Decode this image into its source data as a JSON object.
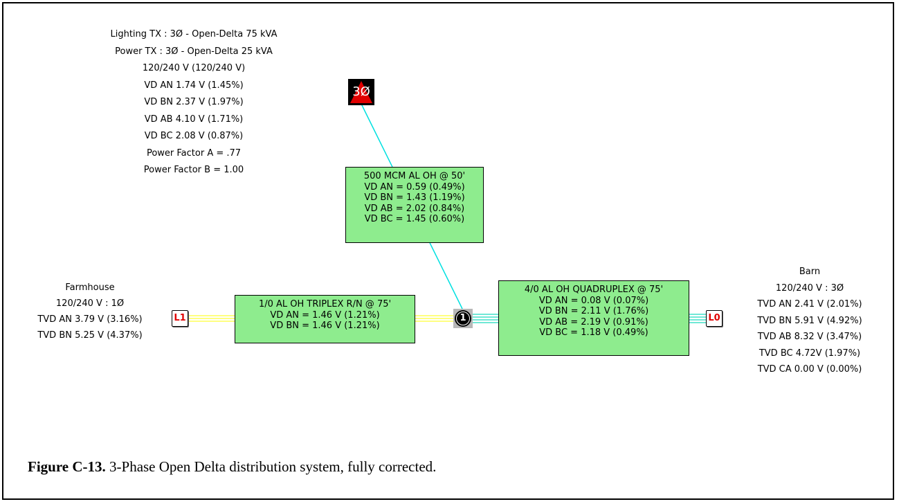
{
  "source_info": {
    "lines": [
      "Lighting TX : 3Ø - Open-Delta 75 kVA",
      "Power TX : 3Ø - Open-Delta 25 kVA",
      "120/240 V (120/240 V)",
      "VD AN 1.74 V (1.45%)",
      "VD BN 2.37 V (1.97%)",
      "VD AB 4.10 V (1.71%)",
      "VD BC 2.08 V (0.87%)",
      "Power Factor A = .77",
      "Power Factor B = 1.00"
    ]
  },
  "source_node": {
    "label": "3Ø"
  },
  "feeder_cable": {
    "lines": [
      "500 MCM AL OH @ 50'",
      "VD AN = 0.59 (0.49%)",
      "VD BN = 1.43 (1.19%)",
      "VD AB = 2.02 (0.84%)",
      "VD BC = 1.45 (0.60%)"
    ]
  },
  "junction_node": {
    "label": "1"
  },
  "triplex_cable": {
    "lines": [
      "1/0 AL OH TRIPLEX R/N @ 75'",
      "VD AN = 1.46 V (1.21%)",
      "VD BN = 1.46 V (1.21%)"
    ]
  },
  "quadruplex_cable": {
    "lines": [
      "4/0 AL OH QUADRUPLEX @ 75'",
      "VD AN = 0.08 V (0.07%)",
      "VD BN = 2.11 V (1.76%)",
      "VD AB = 2.19 V (0.91%)",
      "VD BC = 1.18 V (0.49%)"
    ]
  },
  "load_L1": {
    "label": "L1",
    "lines": [
      "Farmhouse",
      "120/240 V : 1Ø",
      "TVD AN 3.79 V (3.16%)",
      "TVD BN 5.25 V (4.37%)"
    ]
  },
  "load_L0": {
    "label": "L0",
    "lines": [
      "Barn",
      "120/240 V : 3Ø",
      "TVD AN 2.41 V (2.01%)",
      "TVD BN 5.91 V (4.92%)",
      "TVD AB 8.32 V (3.47%)",
      "TVD BC 4.72V  (1.97%)",
      "TVD CA 0.00 V (0.00%)"
    ]
  },
  "caption": {
    "label": "Figure C-13.",
    "text": " 3-Phase Open Delta distribution system, fully corrected."
  },
  "colors": {
    "cable_box": "#8eec8e",
    "feeder_wire": "#00e0e0",
    "triplex_wire": "#ffff55",
    "quadruplex_wire": "#40e0c8",
    "load_label": "#e00000",
    "source_triangle": "#e00000"
  }
}
